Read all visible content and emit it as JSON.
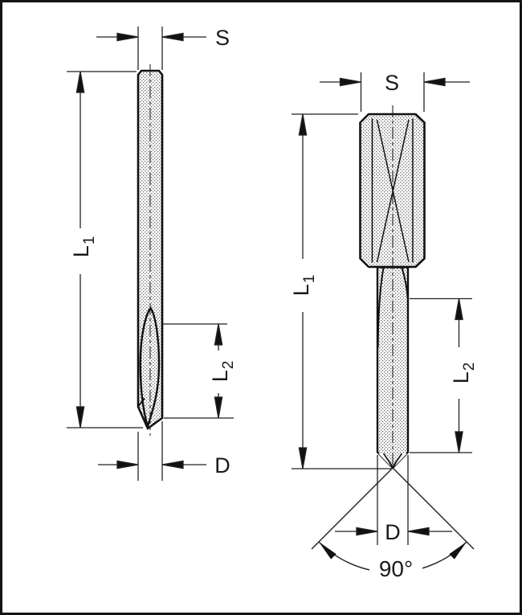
{
  "diagram": {
    "background": "#ffffff",
    "ink": "#111111",
    "border_color": "#141414",
    "left_drill": {
      "s_label": "S",
      "l1_label": "L",
      "l1_subscript": "1",
      "l2_label": "L",
      "l2_subscript": "2",
      "d_label": "D"
    },
    "right_drill": {
      "s_label": "S",
      "l1_label": "L",
      "l1_subscript": "1",
      "l2_label": "L",
      "l2_subscript": "2",
      "d_label": "D",
      "point_angle_label": "90°"
    }
  }
}
